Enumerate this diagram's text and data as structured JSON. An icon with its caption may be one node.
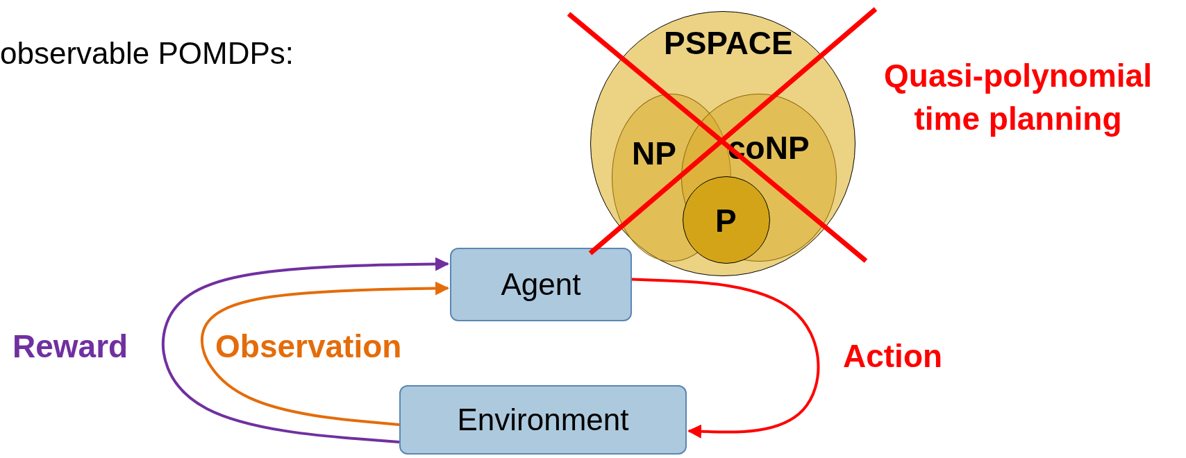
{
  "diagram": {
    "nodes": [
      {
        "text": [
          "PSPACE"
        ]
      },
      {
        "text": [
          "NP"
        ],
        "in": 0
      },
      {
        "text": [
          "coNP"
        ],
        "in": 0
      },
      {
        "text": [
          "P"
        ],
        "in": 2
      },
      {
        "text": [
          "Agent"
        ]
      },
      {
        "text": [
          "Environment"
        ]
      }
    ],
    "edges": [
      {
        "from": 5,
        "to": 4,
        "arrow": "to",
        "label": "Reward",
        "color": "#7030a0"
      },
      {
        "from": 5,
        "to": 4,
        "arrow": "to",
        "label": "Observation",
        "color": "#e46c0a"
      },
      {
        "from": 4,
        "to": 5,
        "arrow": "to",
        "label": "Action",
        "color": "#ff0000"
      }
    ],
    "labels": [
      "observable POMDPs:",
      "Quasi-polynomial time planning"
    ]
  }
}
